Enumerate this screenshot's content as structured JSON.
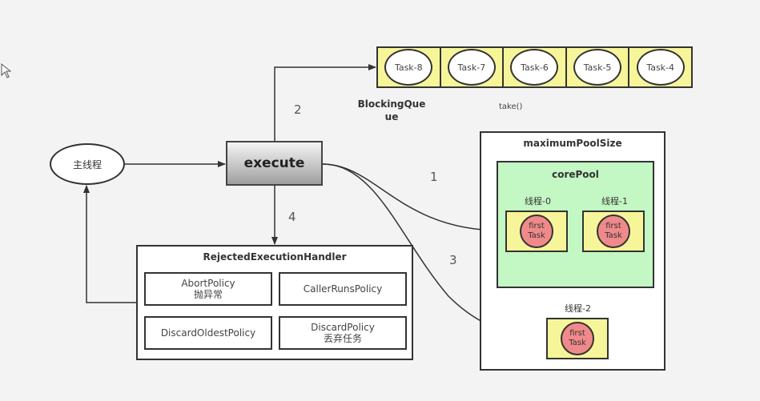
{
  "queue": {
    "label": "BlockingQueue",
    "tasks": [
      "Task-8",
      "Task-7",
      "Task-6",
      "Task-5",
      "Task-4"
    ],
    "take_label": "take()"
  },
  "main_thread": {
    "label": "主线程"
  },
  "execute": {
    "label": "execute"
  },
  "steps": {
    "one": "1",
    "two": "2",
    "three": "3",
    "four": "4"
  },
  "handler": {
    "title": "RejectedExecutionHandler",
    "policies": [
      {
        "name": "AbortPolicy",
        "desc": "抛异常"
      },
      {
        "name": "CallerRunsPolicy",
        "desc": ""
      },
      {
        "name": "DiscardOldestPolicy",
        "desc": ""
      },
      {
        "name": "DiscardPolicy",
        "desc": "丢弃任务"
      }
    ]
  },
  "pool": {
    "max_label": "maximumPoolSize",
    "core_label": "corePool",
    "workers": [
      {
        "label": "线程-0",
        "task_line1": "first",
        "task_line2": "Task"
      },
      {
        "label": "线程-1",
        "task_line1": "first",
        "task_line2": "Task"
      },
      {
        "label": "线程-2",
        "task_line1": "first",
        "task_line2": "Task"
      }
    ]
  },
  "colors": {
    "queue_fill": "#f7f59a",
    "core_fill": "#c3f7c3",
    "task_fill": "#f08a8a"
  }
}
